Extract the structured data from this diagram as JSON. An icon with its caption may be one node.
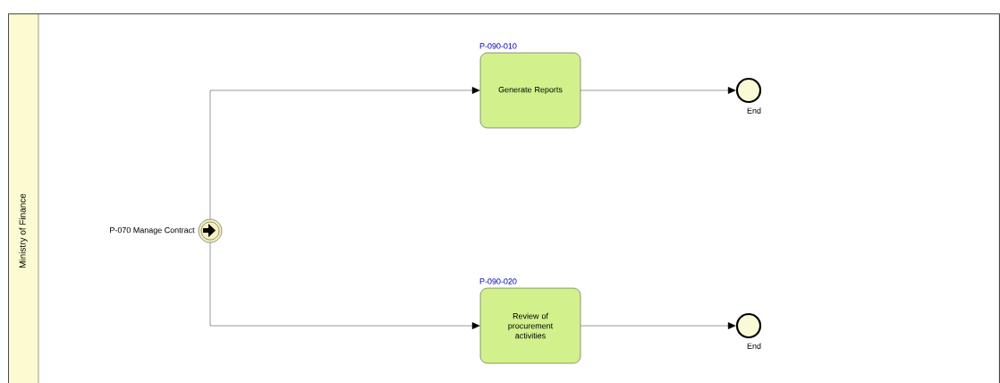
{
  "diagram": {
    "nodes": [
      {
        "text": [
          "Ministry of Finance"
        ]
      },
      {
        "text": [],
        "shape": "circle",
        "in": 0,
        "beside": [
          "P-070 Manage Contract"
        ]
      },
      {
        "text": [
          "P-090-010",
          "Generate Reports"
        ],
        "in": 0
      },
      {
        "text": [
          "P-090-020",
          "Review of procurement activities"
        ],
        "in": 0
      },
      {
        "text": [],
        "shape": "circle",
        "in": 0,
        "beside": [
          "End"
        ]
      },
      {
        "text": [],
        "shape": "circle",
        "in": 0,
        "beside": [
          "End"
        ]
      }
    ],
    "edges": [
      {
        "from": 1,
        "to": 2,
        "arrow": "to"
      },
      {
        "from": 1,
        "to": 3,
        "arrow": "to"
      },
      {
        "from": 2,
        "to": 4,
        "arrow": "to"
      },
      {
        "from": 3,
        "to": 5,
        "arrow": "to"
      }
    ]
  }
}
